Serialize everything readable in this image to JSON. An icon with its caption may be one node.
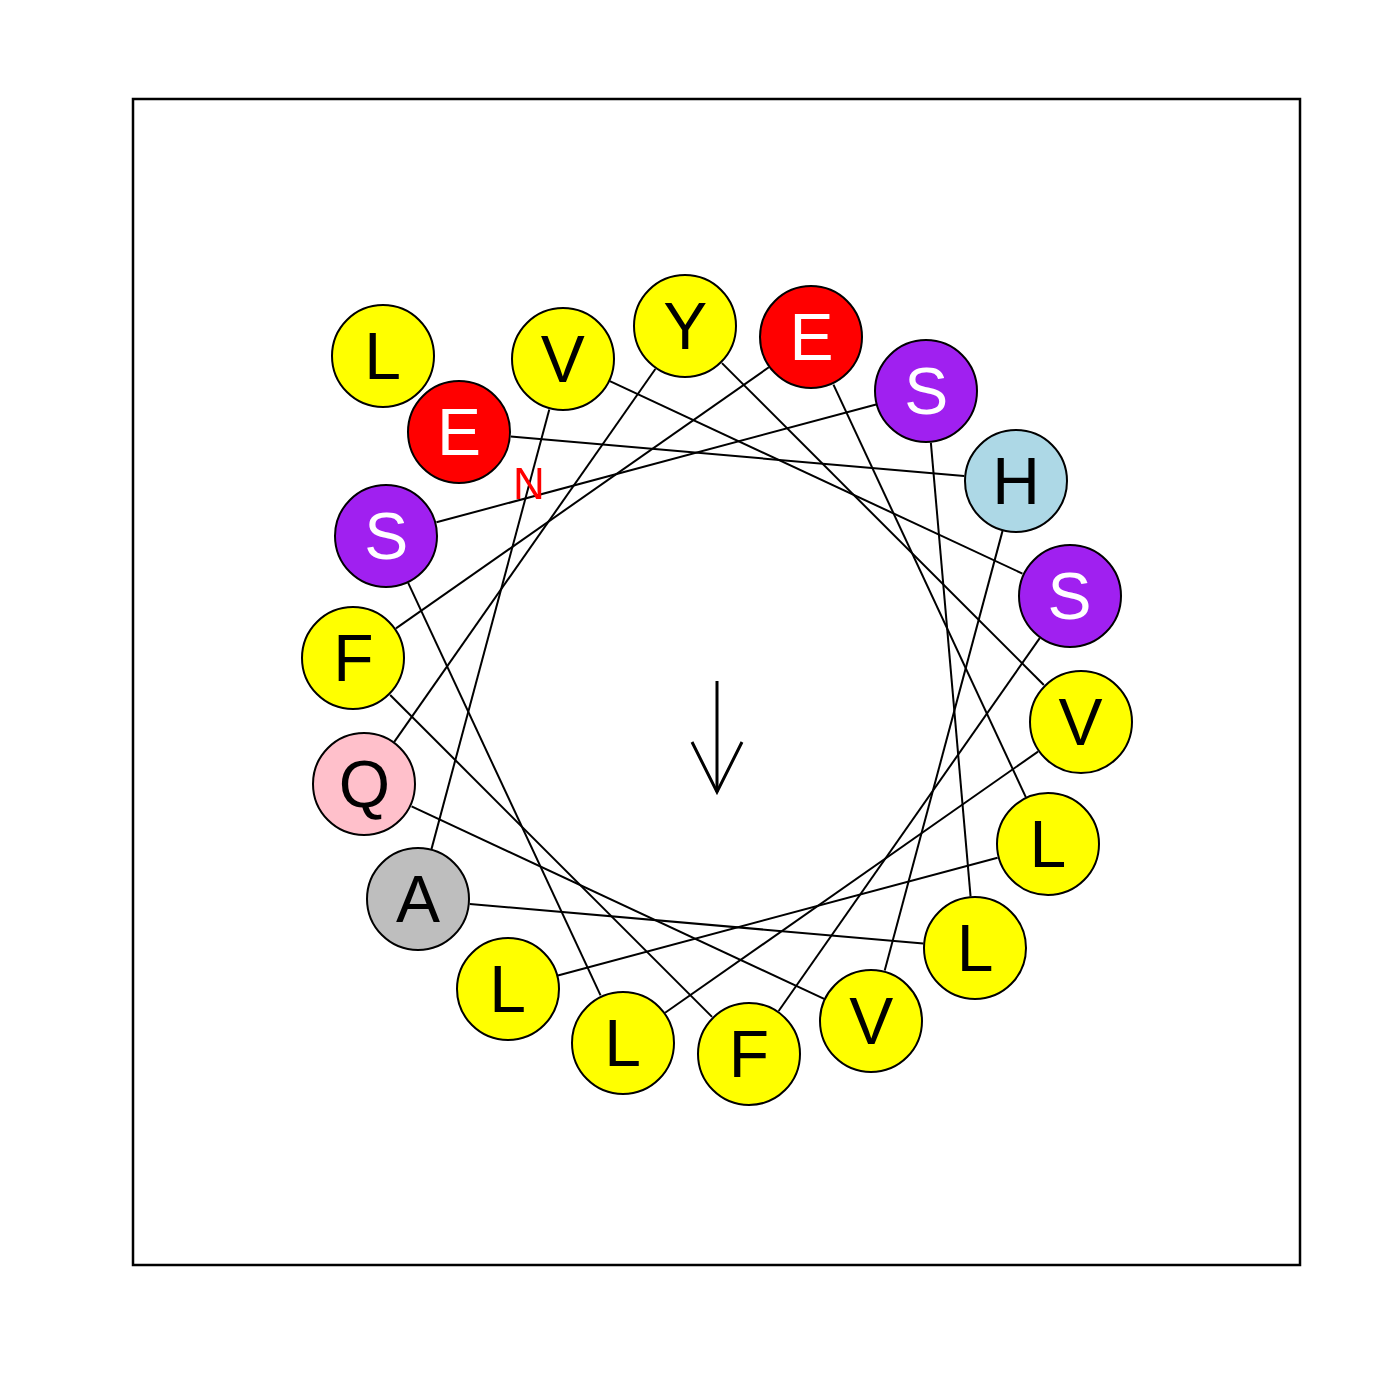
{
  "diagram": {
    "nodes": [
      {
        "text": [
          "E"
        ],
        "beside": [
          "N"
        ]
      },
      {
        "text": [
          "H"
        ]
      },
      {
        "text": [
          "V"
        ]
      },
      {
        "text": [
          "Q"
        ]
      },
      {
        "text": [
          "Y"
        ]
      },
      {
        "text": [
          "V"
        ]
      },
      {
        "text": [
          "L"
        ]
      },
      {
        "text": [
          "S"
        ]
      },
      {
        "text": [
          "S"
        ]
      },
      {
        "text": [
          "L"
        ]
      },
      {
        "text": [
          "A"
        ]
      },
      {
        "text": [
          "V"
        ]
      },
      {
        "text": [
          "S"
        ]
      },
      {
        "text": [
          "F"
        ]
      },
      {
        "text": [
          "F"
        ]
      },
      {
        "text": [
          "E"
        ]
      },
      {
        "text": [
          "L"
        ]
      },
      {
        "text": [
          "L"
        ]
      },
      {
        "text": [
          "L"
        ]
      }
    ],
    "edges": [
      {
        "from": 0,
        "to": 1,
        "arrow": "none"
      },
      {
        "from": 1,
        "to": 2,
        "arrow": "none"
      },
      {
        "from": 2,
        "to": 3,
        "arrow": "none"
      },
      {
        "from": 3,
        "to": 4,
        "arrow": "none"
      },
      {
        "from": 4,
        "to": 5,
        "arrow": "none"
      },
      {
        "from": 5,
        "to": 6,
        "arrow": "none"
      },
      {
        "from": 6,
        "to": 7,
        "arrow": "none"
      },
      {
        "from": 7,
        "to": 8,
        "arrow": "none"
      },
      {
        "from": 8,
        "to": 9,
        "arrow": "none"
      },
      {
        "from": 9,
        "to": 10,
        "arrow": "none"
      },
      {
        "from": 10,
        "to": 11,
        "arrow": "none"
      },
      {
        "from": 11,
        "to": 12,
        "arrow": "none"
      },
      {
        "from": 12,
        "to": 13,
        "arrow": "none"
      },
      {
        "from": 13,
        "to": 14,
        "arrow": "none"
      },
      {
        "from": 14,
        "to": 15,
        "arrow": "none"
      },
      {
        "from": 15,
        "to": 16,
        "arrow": "none"
      },
      {
        "from": 16,
        "to": 17,
        "arrow": "none"
      }
    ]
  }
}
